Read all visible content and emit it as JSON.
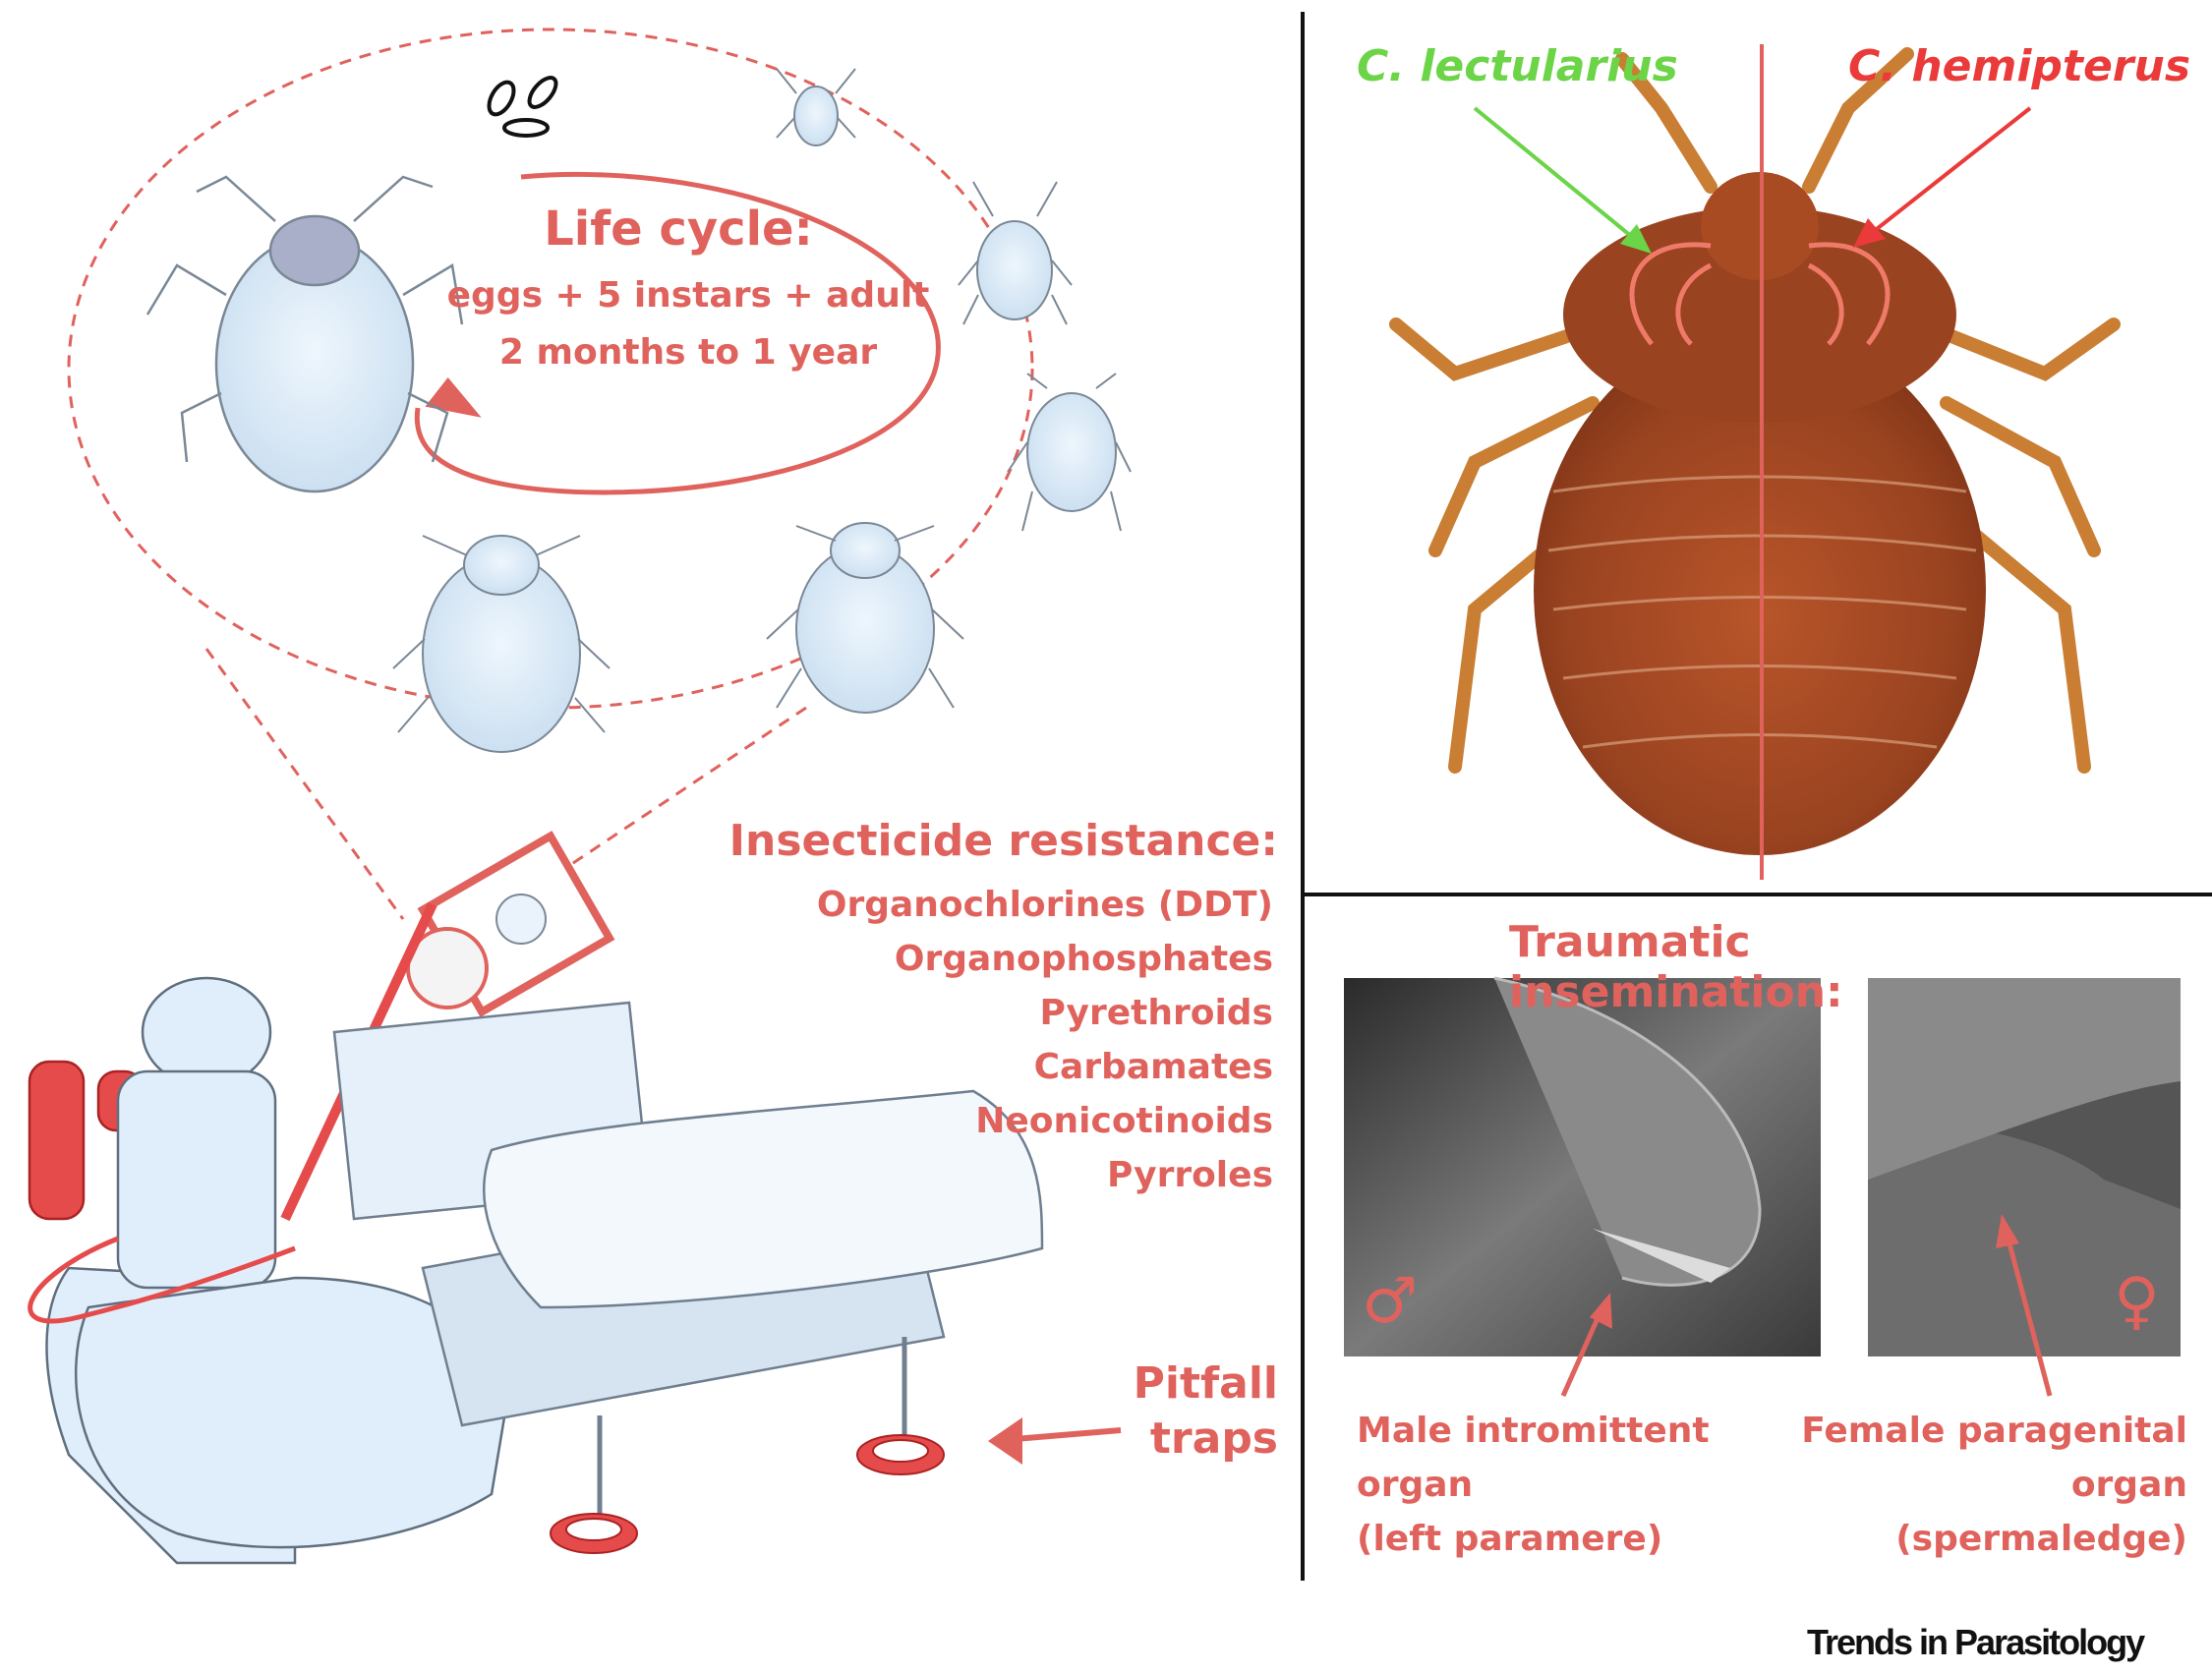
{
  "life_cycle": {
    "title": "Life cycle:",
    "line1": "eggs + 5 instars + adult",
    "line2": "2 months to 1 year"
  },
  "insecticide": {
    "title": "Insecticide resistance:",
    "items": [
      "Organochlorines (DDT)",
      "Organophosphates",
      "Pyrethroids",
      "Carbamates",
      "Neonicotinoids",
      "Pyrroles"
    ]
  },
  "pitfall": {
    "line1": "Pitfall",
    "line2": "traps"
  },
  "species": {
    "left": "C. lectularius",
    "right": "C. hemipterus"
  },
  "traumatic": {
    "title": "Traumatic insemination:",
    "male": {
      "line1": "Male intromittent",
      "line2": "organ",
      "line3": "(left paramere)",
      "symbol": "♂"
    },
    "female": {
      "line1": "Female paragenital",
      "line2": "organ",
      "line3": "(spermaledge)",
      "symbol": "♀"
    }
  },
  "journal": "Trends in Parasitology",
  "colors": {
    "accent": "#e0625d",
    "lectularius": "#6bd447",
    "hemipterus": "#ea3a3a",
    "bug": "#a84a22",
    "illustration": "#dfeefa"
  }
}
